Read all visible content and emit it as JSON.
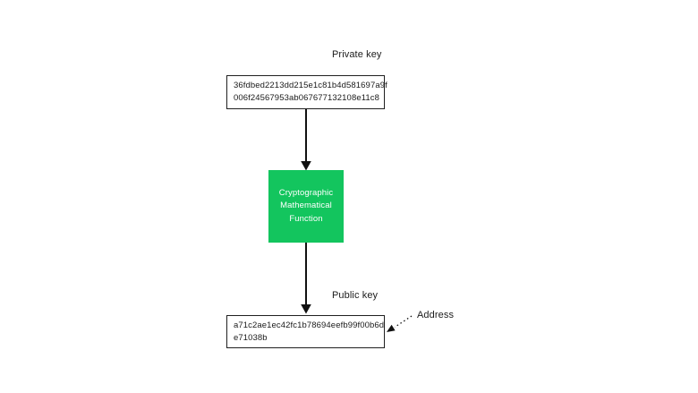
{
  "diagram": {
    "private_key": {
      "label": "Private key",
      "value_line1": "36fdbed2213dd215e1c81b4d581697a9f",
      "value_line2": "006f24567953ab067677132108e11c8"
    },
    "function_box": {
      "line1": "Cryptographic",
      "line2": "Mathematical",
      "line3": "Function"
    },
    "public_key": {
      "label": "Public key",
      "value_line1": "a71c2ae1ec42fc1b78694eefb99f00b6d",
      "value_line2": "e71038b"
    },
    "address_label": "Address",
    "colors": {
      "background": "#ffffff",
      "function_box_bg": "#13c55e",
      "function_box_text": "#ffffff",
      "box_border": "#202020",
      "text": "#1b1b1b",
      "arrow": "#111111"
    }
  }
}
